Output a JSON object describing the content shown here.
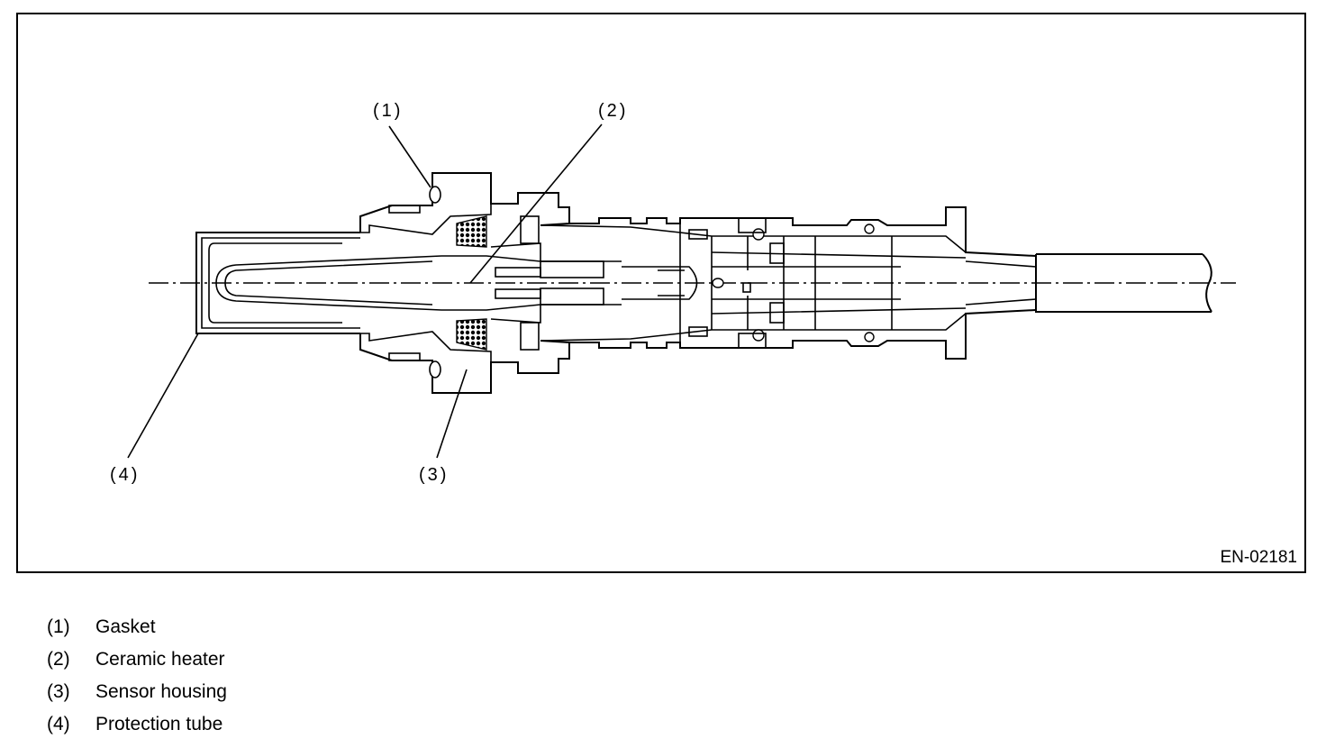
{
  "callouts": {
    "c1": "(1)",
    "c2": "(2)",
    "c3": "(3)",
    "c4": "(4)"
  },
  "figure_id": "EN-02181",
  "legend": [
    {
      "num": "(1)",
      "label": "Gasket"
    },
    {
      "num": "(2)",
      "label": "Ceramic heater"
    },
    {
      "num": "(3)",
      "label": "Sensor housing"
    },
    {
      "num": "(4)",
      "label": "Protection tube"
    }
  ]
}
